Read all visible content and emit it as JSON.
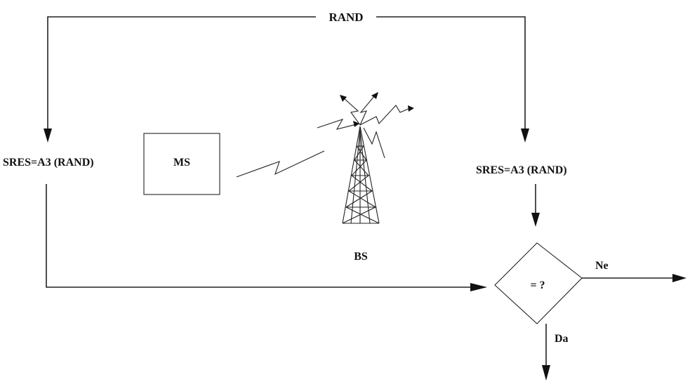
{
  "labels": {
    "rand": "RAND",
    "sres_left": "SRES=A3 (RAND)",
    "sres_right": "SRES=A3 (RAND)",
    "ms": "MS",
    "bs": "BS",
    "compare": "= ?",
    "no": "Ne",
    "yes": "Da"
  },
  "icons": {
    "tower": "antenna-tower-icon",
    "signal": "radio-signal-icon"
  }
}
